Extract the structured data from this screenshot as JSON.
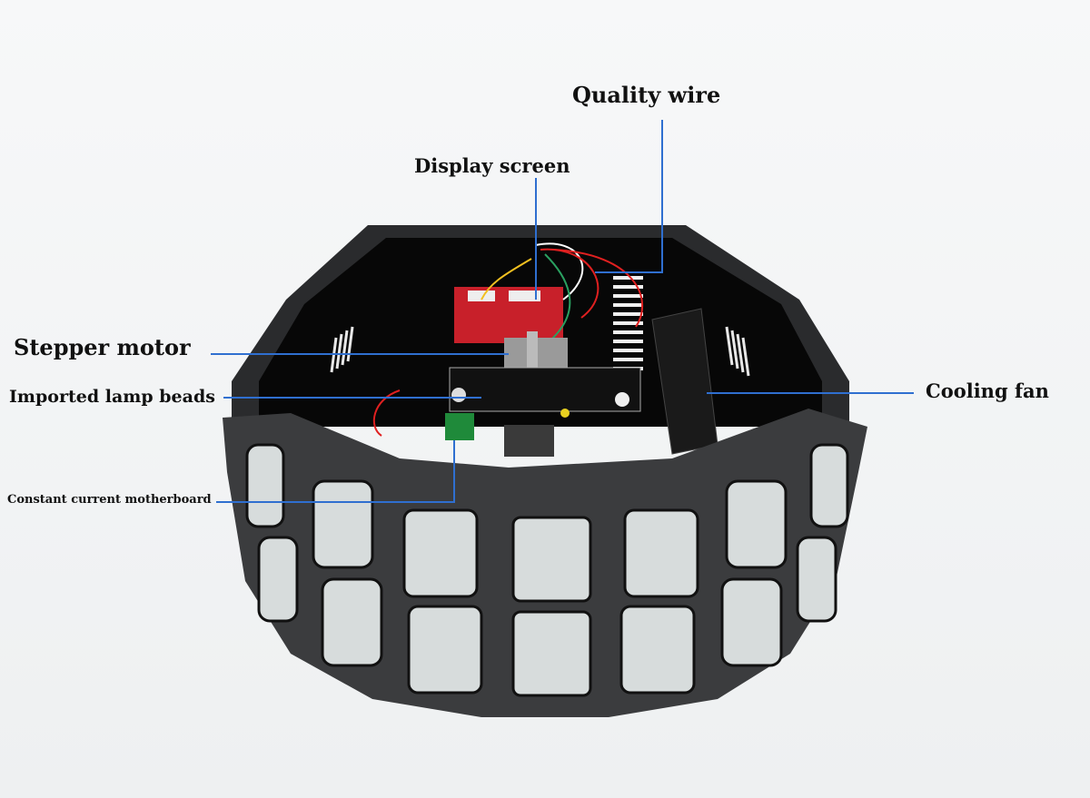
{
  "diagram": {
    "subject": "LED butterfly stage light internal structure",
    "callouts": [
      {
        "id": "quality-wire",
        "text": "Quality wire"
      },
      {
        "id": "display-screen",
        "text": "Display screen"
      },
      {
        "id": "stepper-motor",
        "text": "Stepper motor"
      },
      {
        "id": "imported-lamp-beads",
        "text": "Imported lamp beads"
      },
      {
        "id": "cooling-fan",
        "text": "Cooling fan"
      },
      {
        "id": "constant-current-motherboard",
        "text": "Constant current motherboard"
      }
    ],
    "colors": {
      "leader_line": "#2f6fd0",
      "housing": "#3a3b3d",
      "interior": "#0a0a0a",
      "pcb": "#c8202a",
      "lens": "#d7dcdc"
    }
  }
}
